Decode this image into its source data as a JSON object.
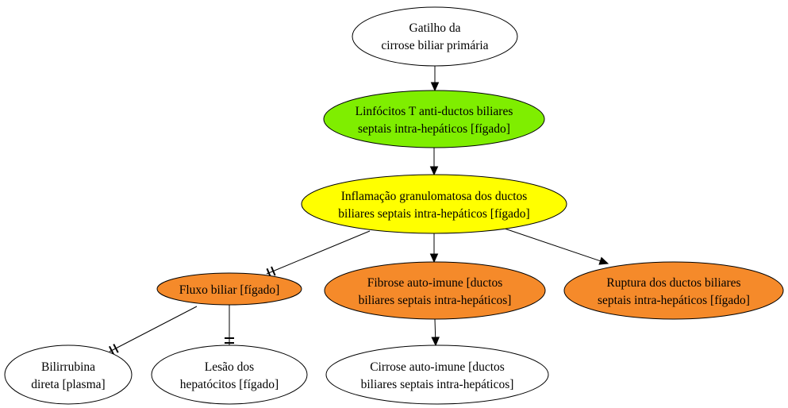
{
  "diagram": {
    "colors": {
      "white": "#ffffff",
      "green": "#7fee00",
      "yellow": "#ffff00",
      "orange": "#f58a2a",
      "stroke": "#000000"
    },
    "nodes": {
      "trigger": {
        "lines": [
          "Gatilho da",
          "cirrose biliar primária"
        ],
        "fill": "white"
      },
      "lymphocytes": {
        "lines": [
          "Linfócitos T anti-ductos biliares",
          "septais intra-hepáticos [fígado]"
        ],
        "fill": "green"
      },
      "inflammation": {
        "lines": [
          "Inflamação granulomatosa dos ductos",
          "biliares septais intra-hepáticos [fígado]"
        ],
        "fill": "yellow"
      },
      "bile_flow": {
        "lines": [
          "Fluxo biliar [fígado]"
        ],
        "fill": "orange"
      },
      "fibrosis": {
        "lines": [
          "Fibrose auto-imune [ductos",
          "biliares septais intra-hepáticos]"
        ],
        "fill": "orange"
      },
      "rupture": {
        "lines": [
          "Ruptura dos ductos biliares",
          "septais intra-hepáticos [fígado]"
        ],
        "fill": "orange"
      },
      "bilirubin": {
        "lines": [
          "Bilirrubina",
          "direta [plasma]"
        ],
        "fill": "white"
      },
      "hepatocyte_injury": {
        "lines": [
          "Lesão dos",
          "hepatócitos [fígado]"
        ],
        "fill": "white"
      },
      "cirrhosis": {
        "lines": [
          "Cirrose auto-imune [ductos",
          "biliares septais intra-hepáticos]"
        ],
        "fill": "white"
      }
    },
    "edges": [
      {
        "from": "trigger",
        "to": "lymphocytes",
        "type": "arrow"
      },
      {
        "from": "lymphocytes",
        "to": "inflammation",
        "type": "arrow"
      },
      {
        "from": "inflammation",
        "to": "bile_flow",
        "type": "inhibit"
      },
      {
        "from": "inflammation",
        "to": "fibrosis",
        "type": "arrow"
      },
      {
        "from": "inflammation",
        "to": "rupture",
        "type": "arrow"
      },
      {
        "from": "bile_flow",
        "to": "bilirubin",
        "type": "inhibit"
      },
      {
        "from": "bile_flow",
        "to": "hepatocyte_injury",
        "type": "inhibit"
      },
      {
        "from": "fibrosis",
        "to": "cirrhosis",
        "type": "arrow"
      }
    ]
  }
}
